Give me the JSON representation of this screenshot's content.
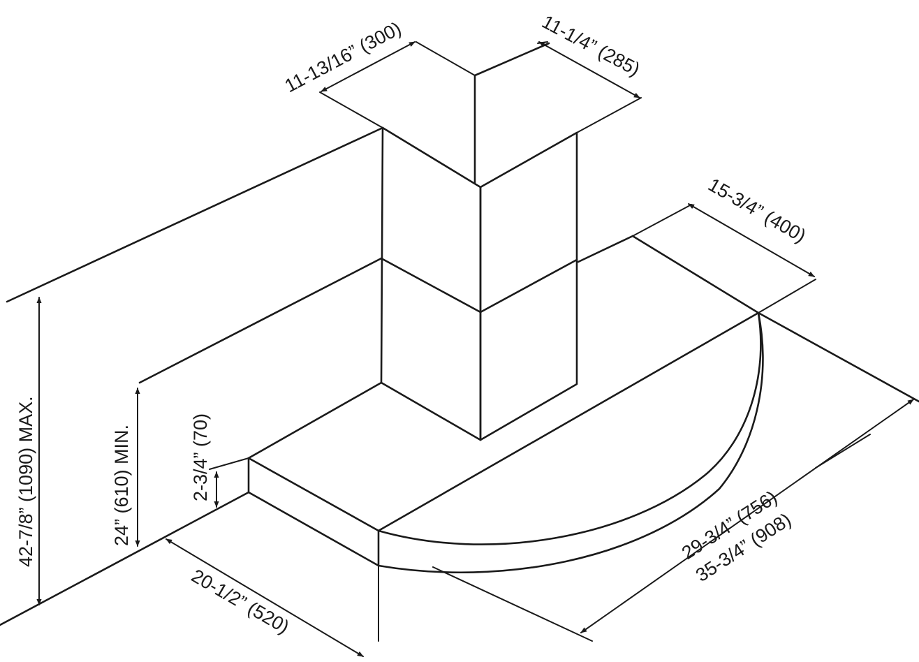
{
  "dimensions": {
    "duct_width": "11-13/16” (300)",
    "duct_depth": "11-1/4” (285)",
    "hood_depth": "15-3/4” (400)",
    "height_max": "42-7/8” (1090) MAX.",
    "height_min": "24” (610) MIN.",
    "hood_thickness": "2-3/4” (70)",
    "hood_side": "20-1/2” (520)",
    "width_inner": "29-3/4” (756)",
    "width_outer": "35-3/4” (908)"
  }
}
